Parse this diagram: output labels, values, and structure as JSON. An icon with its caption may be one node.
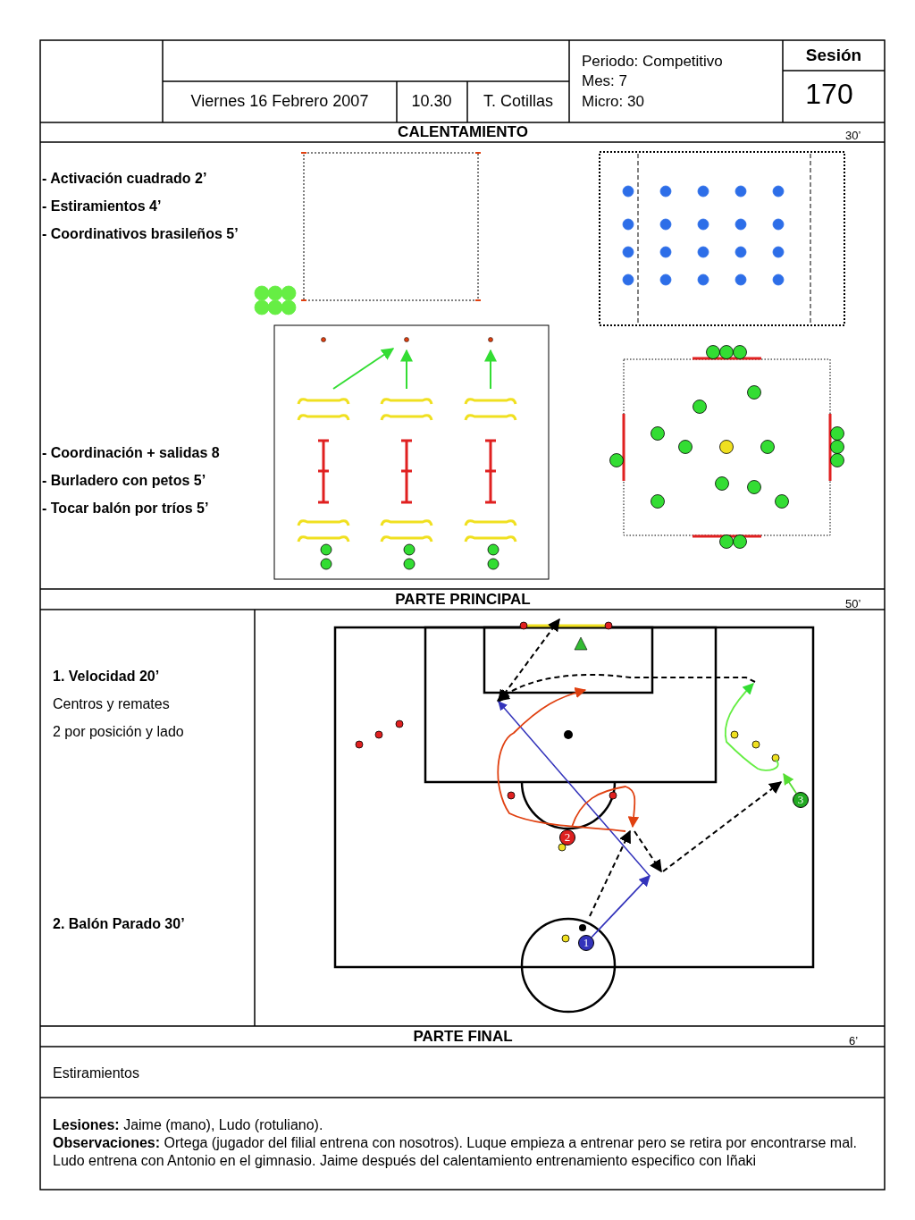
{
  "diagram": {
    "nodes": [
      {
        "text": [
          "3"
        ]
      },
      {
        "text": [
          "2"
        ]
      },
      {
        "text": [
          "1"
        ]
      }
    ],
    "edges": [
      {
        "from": 2,
        "to": null,
        "arrow": "to",
        "color": "#3333bb"
      },
      {
        "from": 0,
        "to": null,
        "arrow": "to",
        "color": "#55dd33"
      }
    ],
    "labels": [
      "Sesión",
      "Viernes 16 Febrero 2007",
      "10.30",
      "T. Cotillas",
      "Periodo: Competitivo",
      "Mes: 7",
      "Micro: 30",
      "170",
      "CALENTAMIENTO",
      "30’",
      "- Activación cuadrado 2’",
      "- Estiramientos 4’",
      "- Coordinativos brasileños 5’",
      "- Coordinación + salidas 8",
      "- Burladero con petos 5’",
      "- Tocar balón por tríos 5’",
      "PARTE PRINCIPAL",
      "50’",
      "1. Velocidad 20’",
      "Centros y remates",
      "2 por posición y lado",
      "2. Balón Parado 30’",
      "PARTE FINAL",
      "6’",
      "Estiramientos",
      "**Lesiones:** Jaime (mano), Ludo (rotuliano).",
      "**Observaciones:**  Ortega (jugador del filial entrena con nosotros). Luque empieza a entrenar pero se retira por encontrarse mal. Ludo entrena con Antonio en el gimnasio. Jaime después del calentamiento entrenamiento especifico con Iñaki"
    ]
  }
}
